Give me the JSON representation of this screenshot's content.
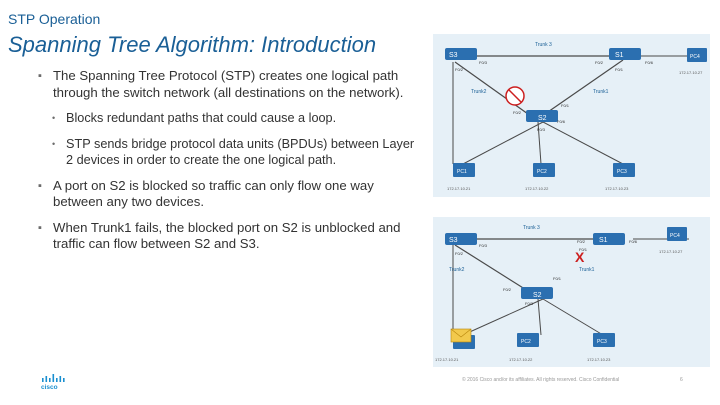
{
  "header": {
    "kicker": "STP Operation",
    "title": "Spanning Tree Algorithm: Introduction"
  },
  "bullets": {
    "b1": "The Spanning Tree Protocol (STP) creates one logical path through the switch network (all destinations on the network).",
    "b1_sub1": "Blocks redundant paths that could cause a loop.",
    "b1_sub2": "STP sends bridge protocol data units (BPDUs) between Layer 2 devices in order to create the one logical path.",
    "b2": "A port on S2 is blocked so traffic can only flow one way between any two devices.",
    "b3": "When Trunk1 fails, the blocked port on S2 is unblocked and traffic can flow between S2 and S3."
  },
  "diagram_top": {
    "switches": {
      "s1": "S1",
      "s2": "S2",
      "s3": "S3"
    },
    "trunks": {
      "trunk1": "Trunk1",
      "trunk2": "Trunk2",
      "trunk3": "Trunk 3"
    },
    "ports": {
      "s3_f03": "F0/3",
      "s3_f02": "F0/2",
      "s1_f02": "F0/2",
      "s1_f01": "F0/1",
      "s1_f06": "F0/6",
      "s2_f01": "F0/1",
      "s2_f02": "F0/2",
      "s2_f06": "F0/6",
      "s2_f03": "F0/3"
    },
    "pcs": {
      "pc1": "PC1",
      "pc2": "PC2",
      "pc3": "PC3",
      "pc4": "PC4",
      "pc1_ip": "172.17.10.21",
      "pc2_ip": "172.17.10.22",
      "pc3_ip": "172.17.10.23",
      "pc4_ip": "172.17.10.27"
    }
  },
  "diagram_bottom": {
    "switches": {
      "s1": "S1",
      "s2": "S2",
      "s3": "S3"
    },
    "trunks": {
      "trunk1": "Trunk1",
      "trunk2": "Trunk2",
      "trunk3": "Trunk 3"
    },
    "ports": {
      "s3_f03": "F0/3",
      "s3_f02": "F0/2",
      "s1_f02": "F0/2",
      "s1_f01": "F0/1",
      "s1_f06": "F0/6",
      "s2_f01": "F0/1",
      "s2_f02": "F0/2",
      "s2_f03": "F0/3"
    },
    "fail_mark": "X",
    "pcs": {
      "pc1_ip": "172.17.10.21",
      "pc2": "PC2",
      "pc3": "PC3",
      "pc4": "PC4",
      "pc2_ip": "172.17.10.22",
      "pc3_ip": "172.17.10.23",
      "pc4_ip": "172.17.10.27"
    }
  },
  "footer": {
    "brand": "cisco",
    "copyright": "© 2016 Cisco and/or its affiliates. All rights reserved. Cisco Confidential",
    "page": "6"
  },
  "colors": {
    "accent": "#1a5f96",
    "switch": "#2b6fb0",
    "link": "#4a4a4a",
    "blocked": "#cc1f1f",
    "diagram_bg": "#e6f0f7"
  }
}
